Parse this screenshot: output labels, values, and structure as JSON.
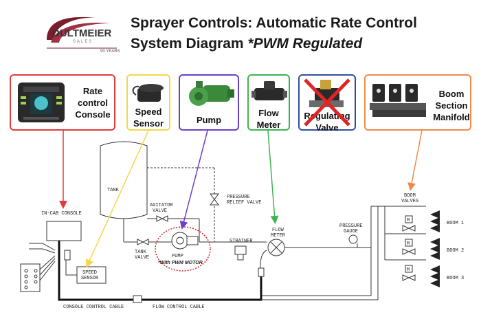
{
  "header": {
    "logo_text": "DULTMEIER",
    "logo_sub": "SALES",
    "logo_years": "90 YEARS",
    "title_line1": "Sprayer Controls: Automatic Rate Control",
    "title_line2_a": "System Diagram ",
    "title_line2_b": "*PWM Regulated"
  },
  "components": [
    {
      "id": "console",
      "label": "Rate control Console",
      "color": "#e03a3a"
    },
    {
      "id": "speed",
      "label": "Speed Sensor",
      "color": "#f2d84a"
    },
    {
      "id": "pump",
      "label": "Pump",
      "color": "#6a3fc9"
    },
    {
      "id": "flow",
      "label": "Flow Meter",
      "color": "#3fb34f"
    },
    {
      "id": "reg",
      "label": "Regulating Valve",
      "color": "#2c4f9e",
      "crossed": true
    },
    {
      "id": "boom",
      "label": "Boom Section Manifold",
      "color": "#f08a4b"
    }
  ],
  "labels": {
    "console_l1": "Rate",
    "console_l2": "control",
    "console_l3": "Console",
    "speed_l1": "Speed",
    "speed_l2": "Sensor",
    "pump": "Pump",
    "flow_l1": "Flow",
    "flow_l2": "Meter",
    "reg_l1": "Regulating",
    "reg_l2": "Valve",
    "boom_l1": "Boom",
    "boom_l2": "Section",
    "boom_l3": "Manifold"
  },
  "diagram": {
    "tank": "TANK",
    "agitator_valve_1": "AGITATOR",
    "agitator_valve_2": "VALVE",
    "pressure_relief_1": "PRESSURE",
    "pressure_relief_2": "RELIEF VALVE",
    "in_cab_console": "IN-CAB CONSOLE",
    "tank_valve_1": "TANK",
    "tank_valve_2": "VALVE",
    "pump": "PUMP",
    "pwm_motor": "*With PWM MOTOR",
    "strainer": "STRAINER",
    "flow_meter_1": "FLOW",
    "flow_meter_2": "METER",
    "pressure_gauge_1": "PRESSURE",
    "pressure_gauge_2": "GAUGE",
    "boom_valves_1": "BOOM",
    "boom_valves_2": "VALVES",
    "boom1": "BOOM 1",
    "boom2": "BOOM 2",
    "boom3": "BOOM 3",
    "speed_sensor_1": "SPEED",
    "speed_sensor_2": "SENSOR",
    "console_cable": "CONSOLE CONTROL CABLE",
    "flow_cable": "FLOW CONTROL CABLE",
    "valve_m": "M"
  }
}
